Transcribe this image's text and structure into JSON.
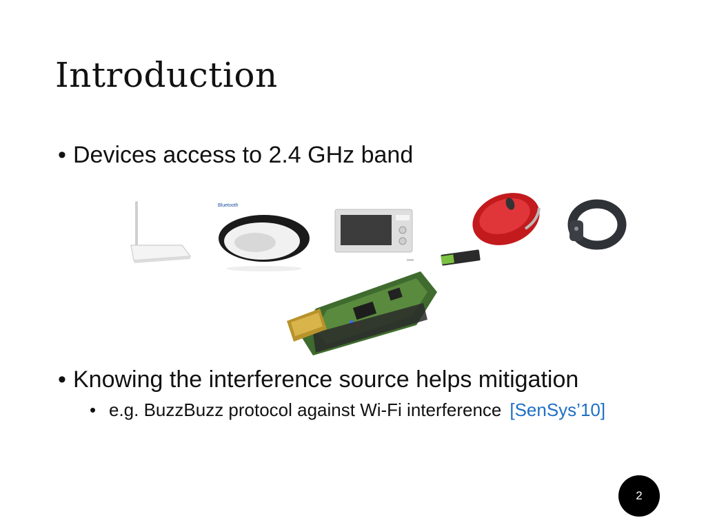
{
  "slide": {
    "title": "Introduction",
    "bullets": [
      {
        "text": "Devices access to  2.4 GHz band"
      },
      {
        "text": "Knowing the interference source helps mitigation"
      }
    ],
    "sub_bullet": {
      "text": "e.g. BuzzBuzz protocol against Wi-Fi interference",
      "citation": "[SenSys’10]"
    },
    "bullet_symbol": "•",
    "page_number": "2",
    "images": [
      "wifi-router-image",
      "bluetooth-speaker-image",
      "microwave-oven-image",
      "wireless-mouse-image",
      "fitness-band-image",
      "sensor-mote-image"
    ],
    "colors": {
      "citation": "#1f6fc5",
      "page_badge": "#000000"
    }
  }
}
